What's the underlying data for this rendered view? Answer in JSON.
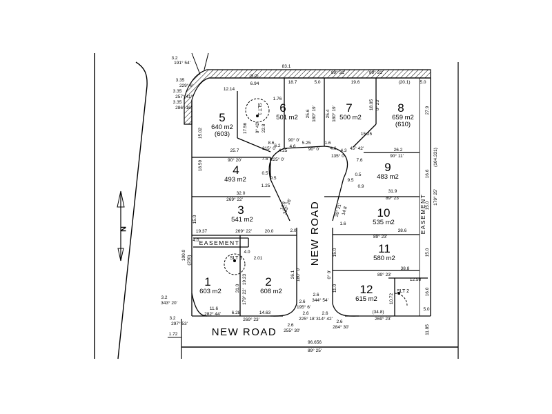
{
  "lots": [
    {
      "number": "1",
      "area": "603 m2"
    },
    {
      "number": "2",
      "area": "608 m2"
    },
    {
      "number": "3",
      "area": "541 m2"
    },
    {
      "number": "4",
      "area": "493 m2"
    },
    {
      "number": "5",
      "area": "640 m2",
      "area2": "(603)"
    },
    {
      "number": "6",
      "area": "501 m2"
    },
    {
      "number": "7",
      "area": "500 m2"
    },
    {
      "number": "8",
      "area": "659 m2",
      "area2": "(610)"
    },
    {
      "number": "9",
      "area": "483 m2"
    },
    {
      "number": "10",
      "area": "535 m2"
    },
    {
      "number": "11",
      "area": "580 m2"
    },
    {
      "number": "12",
      "area": "615 m2"
    }
  ],
  "roads": {
    "bottom": "NEW ROAD",
    "center": "NEW ROAD"
  },
  "easements": {
    "left": "EASEMENT",
    "right": "EASEMENT"
  },
  "slt": [
    "SLT 1",
    "SLT 6",
    "SLT 2"
  ],
  "north": "N",
  "dims": {
    "top_total": "83.1",
    "top_a": "18.7",
    "top_b": "5.0",
    "top_c": "19.6",
    "top_d": "(20.1)",
    "top_e": "5.0",
    "top_brg1": "89° 31'",
    "top_brg2": "89° 31'",
    "top_corner_a": "(3.0)",
    "top_corner_b": "6.94",
    "top_corner_c": "12.14",
    "tl_a": "3.2",
    "tl_a_brg": "191° 54'",
    "tl_b": "3.35",
    "tl_b_brg": "229° 6'",
    "tl_c": "3.35",
    "tl_c_brg": "257° 41'",
    "tl_d": "3.35",
    "tl_d_brg": "286° 16'",
    "left_a": "15.02",
    "left_b": "18.59",
    "left_c": "15.0",
    "left_d": "100.0",
    "left_e": "(230)",
    "lot5_bottom": "25.7",
    "lot5_brg": "90° 20'",
    "lot4_bottom": "32.0",
    "lot4_brg": "269° 22'",
    "lot3_a": "19.37",
    "lot3_brg": "269° 22'",
    "lot3_b": "20.0",
    "lot1_h": "19.23",
    "lot2_h": "31.0",
    "lot2_brg": "179° 22'",
    "esmt_a": "4.0",
    "esmt_b": "4.0",
    "slt6_d": "2.01",
    "lot1_bot": "11.6",
    "lot1_brg": "282° 44'",
    "lot1_bot2": "6.28",
    "lot2_bot": "14.63",
    "lot2_brg2": "269° 23'",
    "bl_a": "3.2",
    "bl_a_brg": "343° 20'",
    "bl_b": "3.2",
    "bl_b_brg": "297° 53'",
    "bl_c": "1.72",
    "bottom_total": "96.656",
    "bottom_brg": "89° 25'",
    "slt1_d": "1.76",
    "slt1_brg": "0° 42'",
    "slt1_h": "22.8",
    "lot5_right": "17.56",
    "lot5_r_a": "8.6",
    "lot5_r_b": "315° 0'",
    "lot6_a": "6.2",
    "lot6_b": "4.6",
    "lot6_c": "4.25",
    "lot6_d": "225° 0'",
    "c_top": "5.25",
    "c_brg": "90° 0'",
    "c_a": "1.6",
    "c_b": "4.6",
    "c_c": "4.3",
    "c_d": "135° 0'",
    "c_e": "90° 0'",
    "c_f": "45° 42'",
    "lot7_l": "25.6",
    "lot7_lb": "180° 19'",
    "lot7_r": "25.4",
    "lot7_rb": "180° 19'",
    "lot8_l": "18.05",
    "lot8_lb": "0° 23'",
    "lot8_r": "15.25",
    "lot8_c": "7.6",
    "lot9_top": "26.2",
    "lot9_brg": "90° 11'",
    "lot9_a": "0.5",
    "lot9_b": "9.5",
    "lot9_c": "0.9",
    "lot4_a": "7.5",
    "lot4_b": "0.5",
    "lot4_c": "9.5",
    "lot4_d": "1.25",
    "lot10_top": "31.9",
    "lot10_brg": "89° 23'",
    "lot10_a": "14.8",
    "lot10_b": "26° 21'",
    "lot10_c": "1.6",
    "lot11_top": "38.6",
    "lot11_brg": "89° 23'",
    "lot11_a": "15.0",
    "lot12_top": "38.8",
    "lot12_brg": "89° 23'",
    "lot12_a": "11.0",
    "slt2_d": "12.58",
    "slt2_h": "10.72",
    "lot12_bot": "(34.8)",
    "lot12_bot_brg": "269° 23'",
    "lot12_right": "5.0",
    "mid_a": "26.1",
    "mid_b": "180° 0'",
    "mid_c": "0° 0'",
    "mid_d": "2.0",
    "lot3_angle": "333° 26'",
    "lot3_c": "14.8",
    "cb_a": "2.6",
    "cb_a_brg": "344° 54'",
    "cb_b": "2.6",
    "cb_b_brg": "195° 6'",
    "cb_c": "2.6",
    "cb_c_brg": "225° 18'",
    "cb_d": "2.6",
    "cb_d_brg": "255° 30'",
    "cb_e": "2.6",
    "cb_e_brg": "314° 42'",
    "cb_f": "2.6",
    "cb_f_brg": "284° 30'",
    "right_a": "27.9",
    "right_b": "(104.331)",
    "right_c": "16.6",
    "right_brg": "179° 25'",
    "right_d": "15.0",
    "right_e": "15.0",
    "right_f": "16.0",
    "right_g": "11.85"
  }
}
